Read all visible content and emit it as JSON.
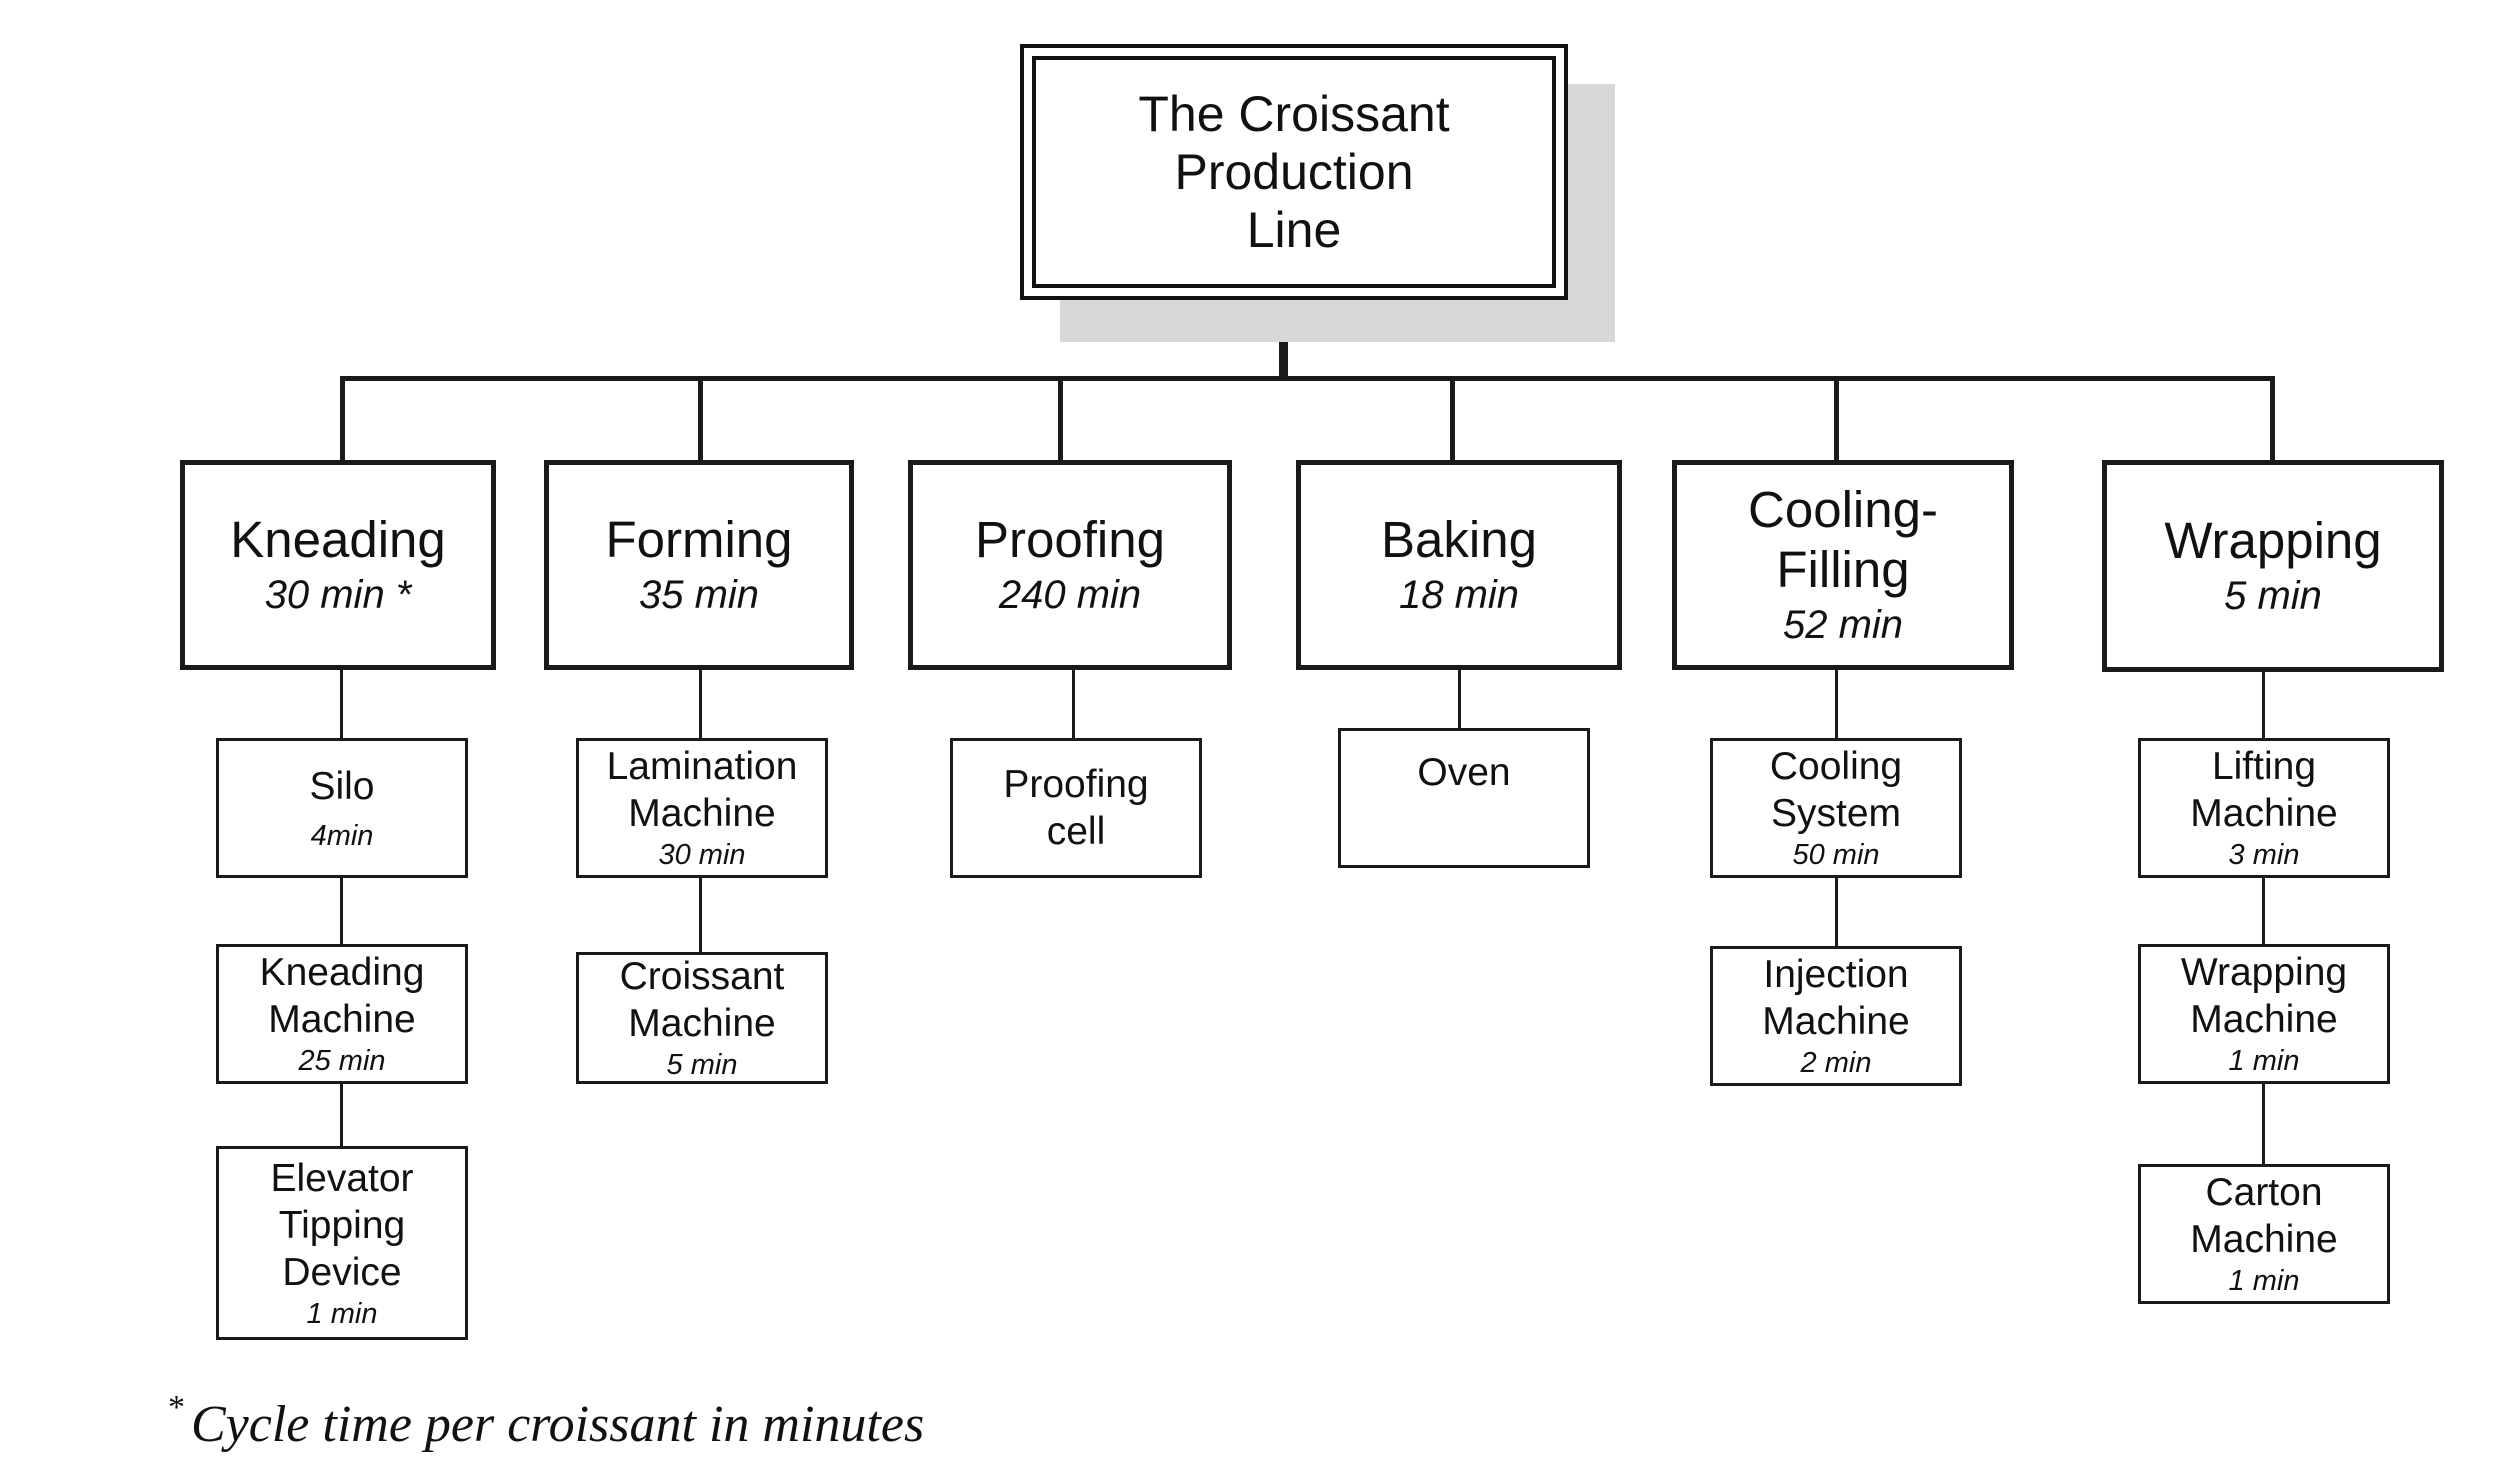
{
  "root": {
    "lines": [
      "The  Croissant",
      "Production",
      "Line"
    ]
  },
  "categories": [
    {
      "name": "Kneading",
      "time": "30 min *"
    },
    {
      "name": "Forming",
      "time": "35 min"
    },
    {
      "name": "Proofing",
      "time": "240 min"
    },
    {
      "name": "Baking",
      "time": "18 min"
    },
    {
      "name": "Cooling-",
      "name2": "Filling",
      "time": "52 min"
    },
    {
      "name": "Wrapping",
      "time": "5 min"
    }
  ],
  "subs": {
    "kneading": [
      {
        "lines": [
          "Silo"
        ],
        "time": "4min"
      },
      {
        "lines": [
          "Kneading",
          "Machine"
        ],
        "time": "25 min"
      },
      {
        "lines": [
          "Elevator",
          "Tipping",
          "Device"
        ],
        "time": "1 min"
      }
    ],
    "forming": [
      {
        "lines": [
          "Lamination",
          "Machine"
        ],
        "time": "30 min"
      },
      {
        "lines": [
          "Croissant",
          "Machine"
        ],
        "time": "5 min"
      }
    ],
    "proofing": [
      {
        "lines": [
          "Proofing",
          "cell"
        ]
      }
    ],
    "baking": [
      {
        "lines": [
          "Oven"
        ]
      }
    ],
    "cooling": [
      {
        "lines": [
          "Cooling",
          "System"
        ],
        "time": "50 min"
      },
      {
        "lines": [
          "Injection",
          "Machine"
        ],
        "time": "2 min"
      }
    ],
    "wrapping": [
      {
        "lines": [
          "Lifting",
          "Machine"
        ],
        "time": "3 min"
      },
      {
        "lines": [
          "Wrapping",
          "Machine"
        ],
        "time": "1 min"
      },
      {
        "lines": [
          "Carton",
          "Machine"
        ],
        "time": "1 min"
      }
    ]
  },
  "footnote": {
    "marker": "*",
    "text": "Cycle time per croissant in minutes"
  }
}
